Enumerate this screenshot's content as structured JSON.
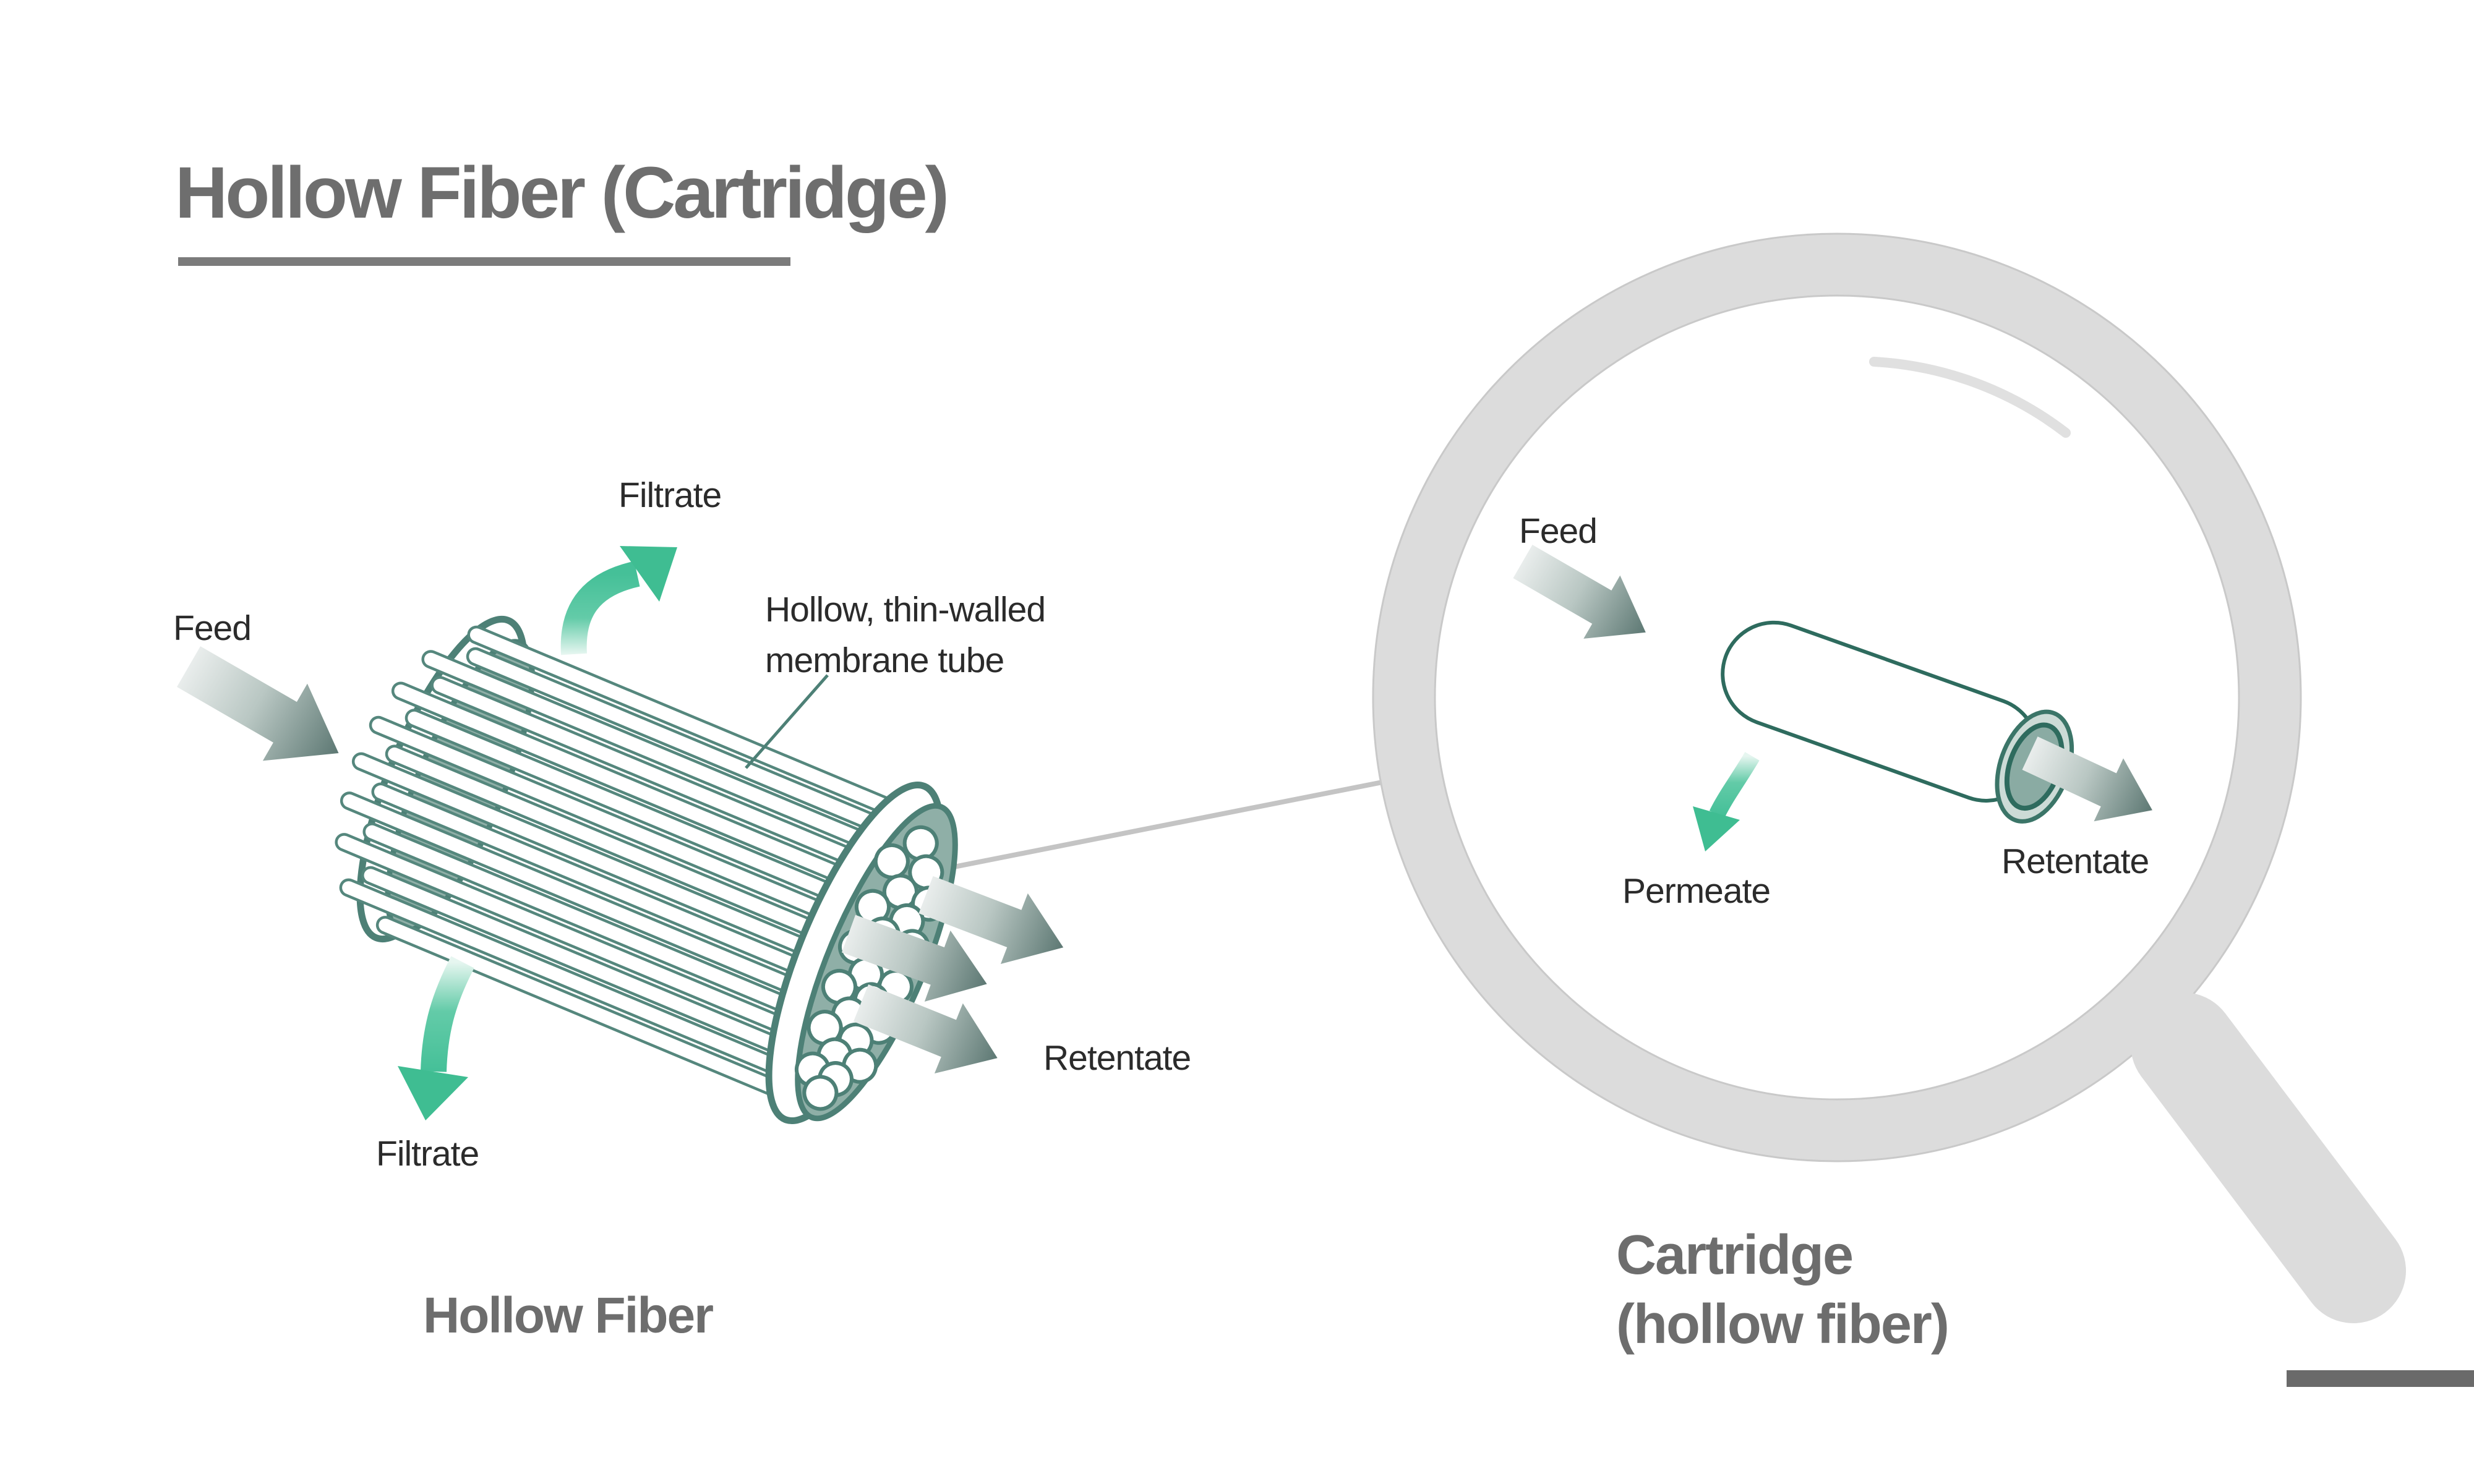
{
  "title": "Hollow Fiber (Cartridge)",
  "left_diagram": {
    "label_filtrate_top": "Filtrate",
    "label_feed": "Feed",
    "label_membrane_line1": "Hollow, thin-walled",
    "label_membrane_line2": "membrane tube",
    "label_retentate": "Retentate",
    "label_filtrate_bottom": "Filtrate",
    "caption": "Hollow Fiber"
  },
  "magnifier_diagram": {
    "label_feed": "Feed",
    "label_permeate": "Permeate",
    "label_retentate": "Retentate",
    "caption_line1": "Cartridge",
    "caption_line2": "(hollow fiber)"
  },
  "colors": {
    "title_gray": "#6e6e6e",
    "label_dark": "#2b2b2b",
    "teal_outline": "#4d8076",
    "teal_dark": "#2e6b5e",
    "disc_fill": "#8fafa7",
    "cap_outer_fill": "#ccdbd6",
    "cap_inner_fill": "#8aaba3",
    "green_accent": "#45c098",
    "gray_arrow_light": "#e9edec",
    "gray_arrow_dark": "#5d7873",
    "magnifier_ring": "#dcdcdc",
    "connector_gray": "#c4c4c4",
    "footer_bar": "#6a6a6a"
  }
}
